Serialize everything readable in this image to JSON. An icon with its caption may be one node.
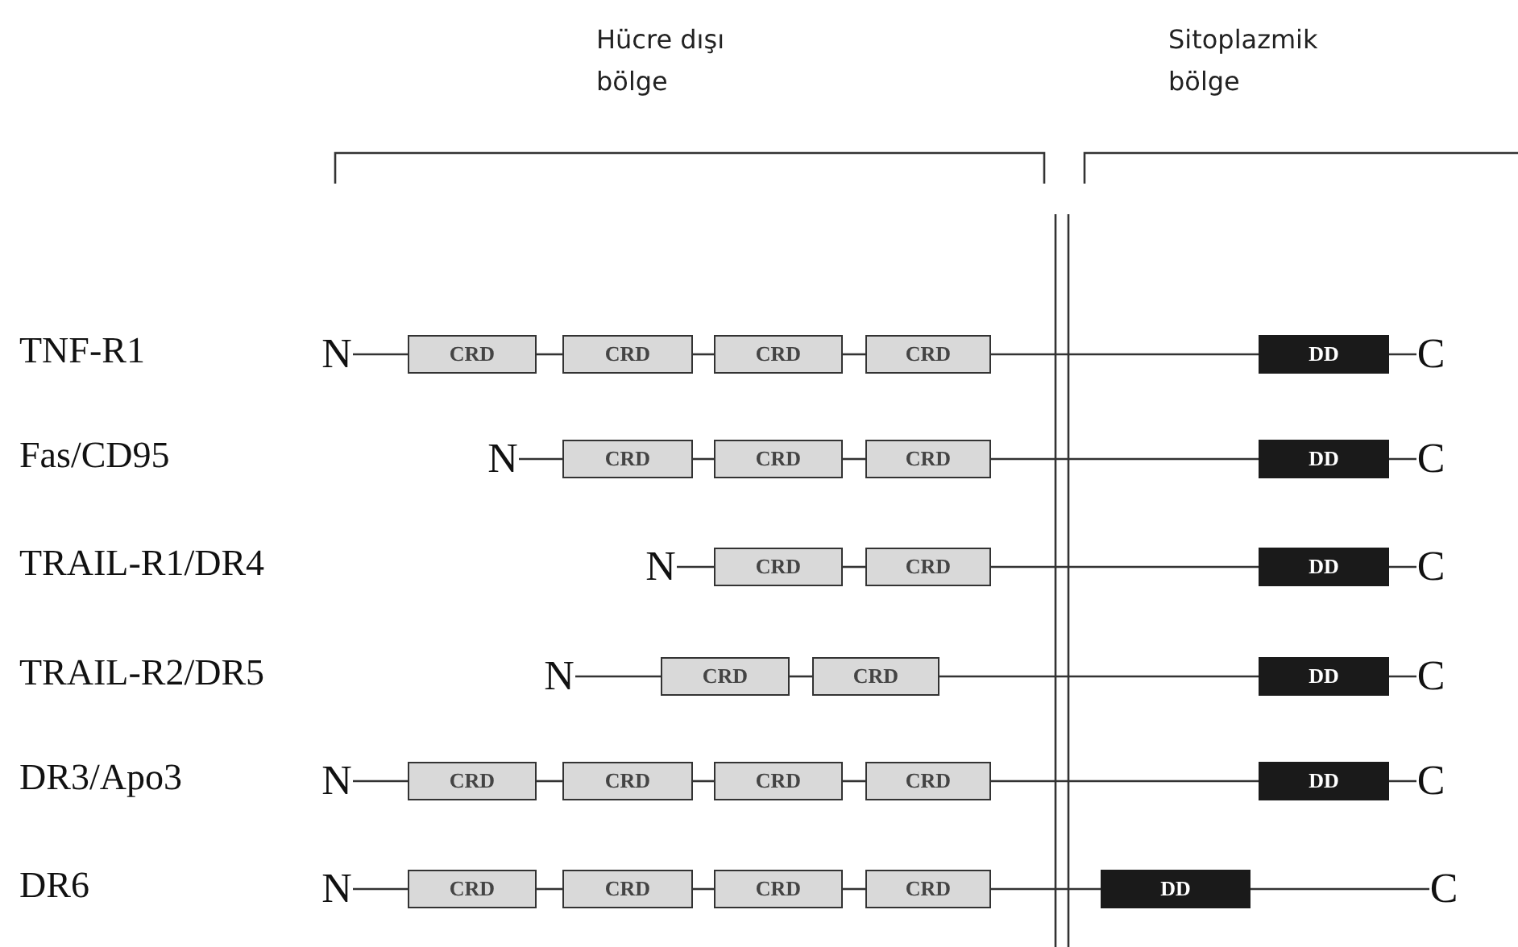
{
  "diagram": {
    "nodes": [
      {
        "text": [
          "N"
        ]
      },
      {
        "text": [
          "CRD"
        ]
      },
      {
        "text": [
          "CRD"
        ]
      },
      {
        "text": [
          "CRD"
        ]
      },
      {
        "text": [
          "CRD"
        ]
      },
      {
        "text": [
          "DD"
        ]
      },
      {
        "text": [
          "C"
        ]
      },
      {
        "text": [
          "N"
        ]
      },
      {
        "text": [
          "CRD"
        ]
      },
      {
        "text": [
          "CRD"
        ]
      },
      {
        "text": [
          "CRD"
        ]
      },
      {
        "text": [
          "DD"
        ]
      },
      {
        "text": [
          "C"
        ]
      },
      {
        "text": [
          "N"
        ]
      },
      {
        "text": [
          "CRD"
        ]
      },
      {
        "text": [
          "CRD"
        ]
      },
      {
        "text": [
          "DD"
        ]
      },
      {
        "text": [
          "C"
        ]
      },
      {
        "text": [
          "N"
        ]
      },
      {
        "text": [
          "CRD"
        ]
      },
      {
        "text": [
          "CRD"
        ]
      },
      {
        "text": [
          "DD"
        ]
      },
      {
        "text": [
          "C"
        ]
      },
      {
        "text": [
          "N"
        ]
      },
      {
        "text": [
          "CRD"
        ]
      },
      {
        "text": [
          "CRD"
        ]
      },
      {
        "text": [
          "CRD"
        ]
      },
      {
        "text": [
          "CRD"
        ]
      },
      {
        "text": [
          "DD"
        ]
      },
      {
        "text": [
          "C"
        ]
      },
      {
        "text": [
          "N"
        ]
      },
      {
        "text": [
          "CRD"
        ]
      },
      {
        "text": [
          "CRD"
        ]
      },
      {
        "text": [
          "CRD"
        ]
      },
      {
        "text": [
          "CRD"
        ]
      },
      {
        "text": [
          "DD"
        ]
      },
      {
        "text": [
          "C"
        ]
      }
    ],
    "edges": [
      {
        "from": 0,
        "to": 1,
        "arrow": "none"
      },
      {
        "from": 1,
        "to": 2,
        "arrow": "none"
      },
      {
        "from": 2,
        "to": 3,
        "arrow": "none"
      },
      {
        "from": 3,
        "to": 4,
        "arrow": "none"
      },
      {
        "from": 4,
        "to": 5,
        "arrow": "none"
      },
      {
        "from": 5,
        "to": 6,
        "arrow": "none"
      },
      {
        "from": 7,
        "to": 8,
        "arrow": "none"
      },
      {
        "from": 8,
        "to": 9,
        "arrow": "none"
      },
      {
        "from": 9,
        "to": 10,
        "arrow": "none"
      },
      {
        "from": 10,
        "to": 11,
        "arrow": "none"
      },
      {
        "from": 11,
        "to": 12,
        "arrow": "none"
      },
      {
        "from": 13,
        "to": 14,
        "arrow": "none"
      },
      {
        "from": 14,
        "to": 15,
        "arrow": "none"
      },
      {
        "from": 15,
        "to": 16,
        "arrow": "none"
      },
      {
        "from": 16,
        "to": 17,
        "arrow": "none"
      },
      {
        "from": 18,
        "to": 19,
        "arrow": "none"
      },
      {
        "from": 19,
        "to": 20,
        "arrow": "none"
      },
      {
        "from": 20,
        "to": 21,
        "arrow": "none"
      },
      {
        "from": 21,
        "to": 22,
        "arrow": "none"
      },
      {
        "from": 23,
        "to": 24,
        "arrow": "none"
      },
      {
        "from": 24,
        "to": 25,
        "arrow": "none"
      },
      {
        "from": 25,
        "to": 26,
        "arrow": "none"
      },
      {
        "from": 26,
        "to": 27,
        "arrow": "none"
      },
      {
        "from": 27,
        "to": 28,
        "arrow": "none"
      },
      {
        "from": 28,
        "to": 29,
        "arrow": "none"
      },
      {
        "from": 30,
        "to": 31,
        "arrow": "none"
      },
      {
        "from": 31,
        "to": 32,
        "arrow": "none"
      },
      {
        "from": 32,
        "to": 33,
        "arrow": "none"
      },
      {
        "from": 33,
        "to": 34,
        "arrow": "none"
      },
      {
        "from": 34,
        "to": 35,
        "arrow": "none"
      },
      {
        "from": 35,
        "to": 36,
        "arrow": "none"
      }
    ],
    "labels": [
      "Hücre dışı bölge",
      "Sitoplazmik bölge",
      "TNF-R1",
      "Fas/CD95",
      "TRAIL-R1/DR4",
      "TRAIL-R2/DR5",
      "DR3/Apo3",
      "DR6"
    ]
  }
}
